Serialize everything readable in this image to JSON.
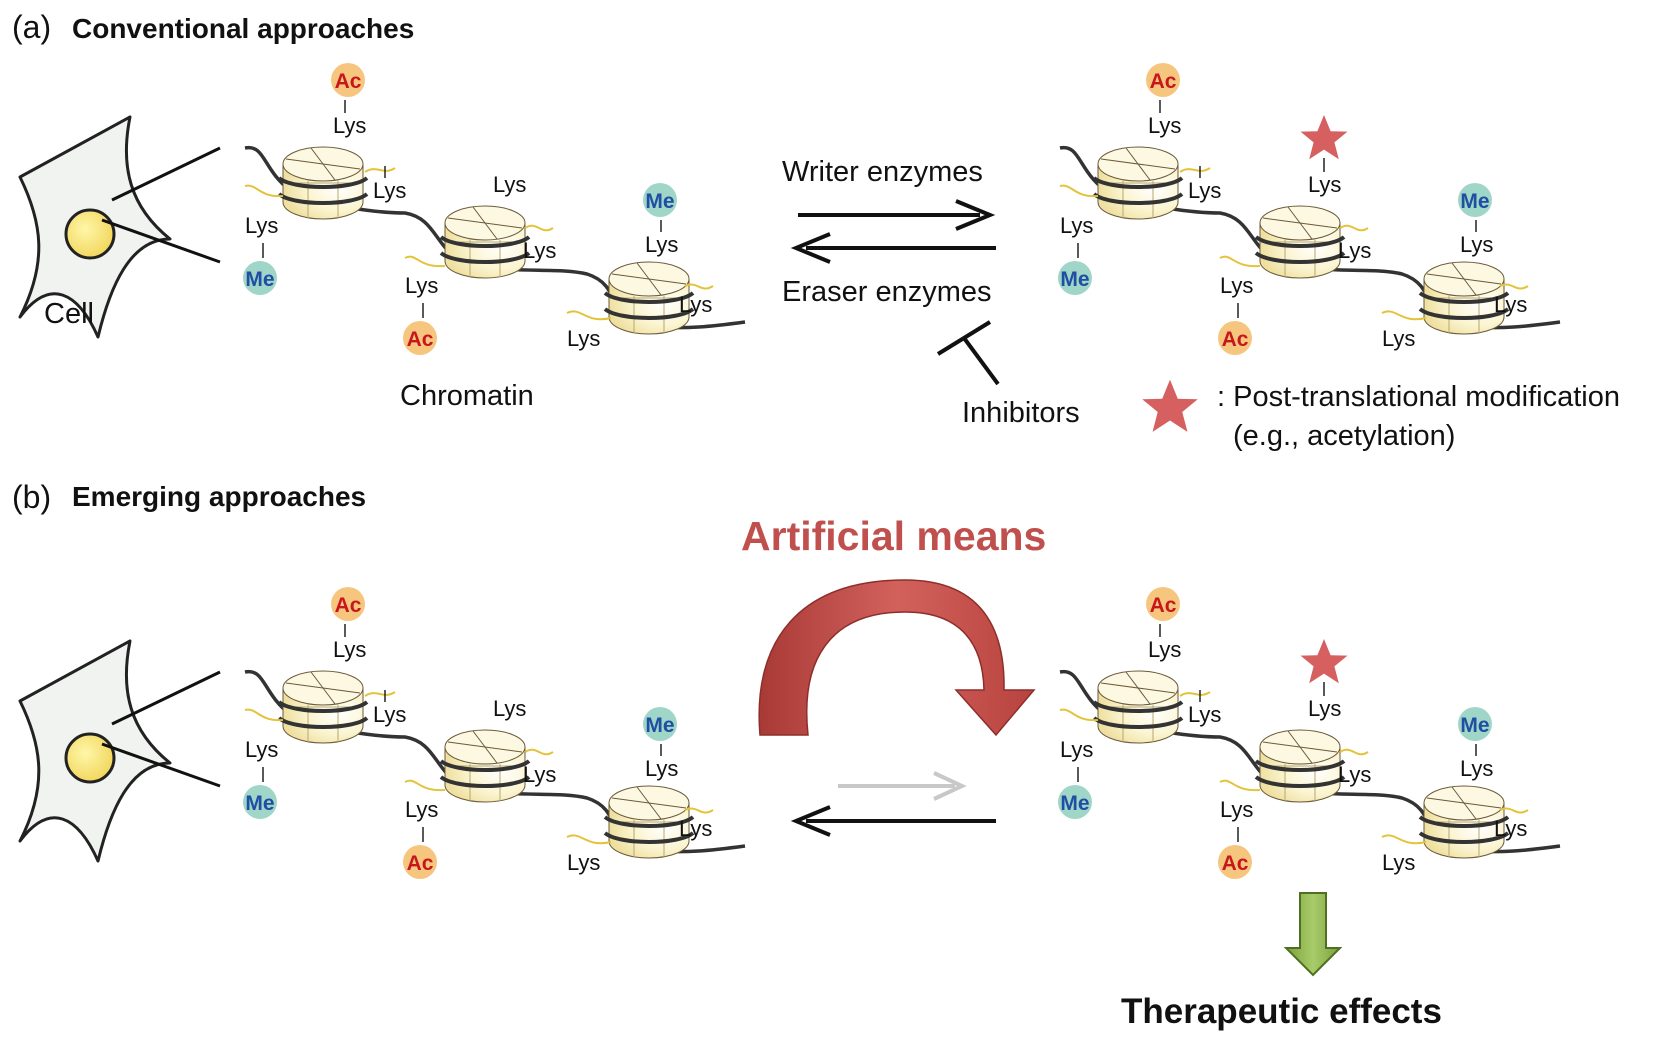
{
  "panel_a": {
    "letter": "(a)",
    "title": "Conventional approaches",
    "cell_label": "Cell",
    "chromatin_label": "Chromatin",
    "writer_label": "Writer enzymes",
    "eraser_label": "Eraser enzymes",
    "inhibitors_label": "Inhibitors",
    "legend_line1": ": Post-translational modification",
    "legend_line2": "(e.g., acetylation)"
  },
  "panel_b": {
    "letter": "(b)",
    "title": "Emerging approaches",
    "artificial_label": "Artificial means",
    "therapeutic_label": "Therapeutic effects"
  },
  "marks": {
    "lys": "Lys",
    "acetyl": "Ac",
    "methyl": "Me"
  },
  "colors": {
    "acetyl_badge": "#f6c67f",
    "acetyl_text": "#c8161d",
    "methyl_badge": "#9fd6c8",
    "methyl_text": "#1f4ea3",
    "star": "#d65f5f",
    "artificial_arrow": "#c0504d",
    "therapeutic_arrow": "#8db24a",
    "faded_arrow": "#c8c8c8"
  }
}
